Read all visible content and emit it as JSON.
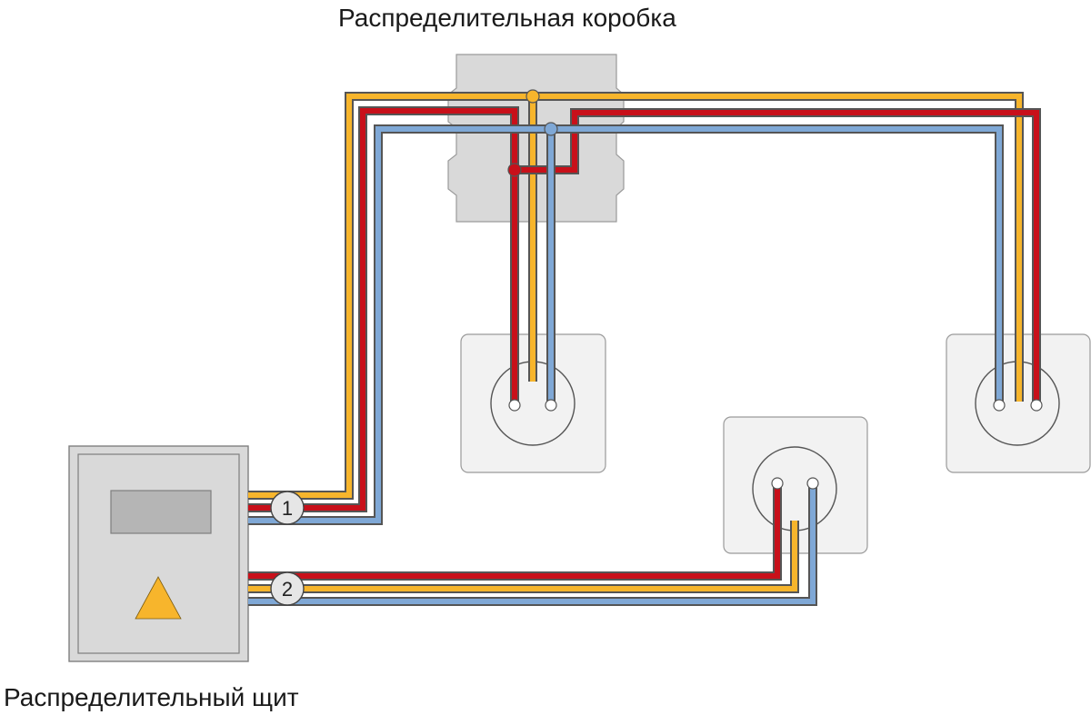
{
  "labels": {
    "junction_box": "Распределительная коробка",
    "distribution_panel": "Распределительный щит"
  },
  "line_markers": [
    "1",
    "2"
  ],
  "colors": {
    "phase": "#c8101a",
    "neutral": "#7fa8d6",
    "ground": "#f7b52c",
    "box_fill": "#d9d9d9",
    "socket_fill": "#f2f2f2",
    "panel_warning": "#f7b52c"
  }
}
